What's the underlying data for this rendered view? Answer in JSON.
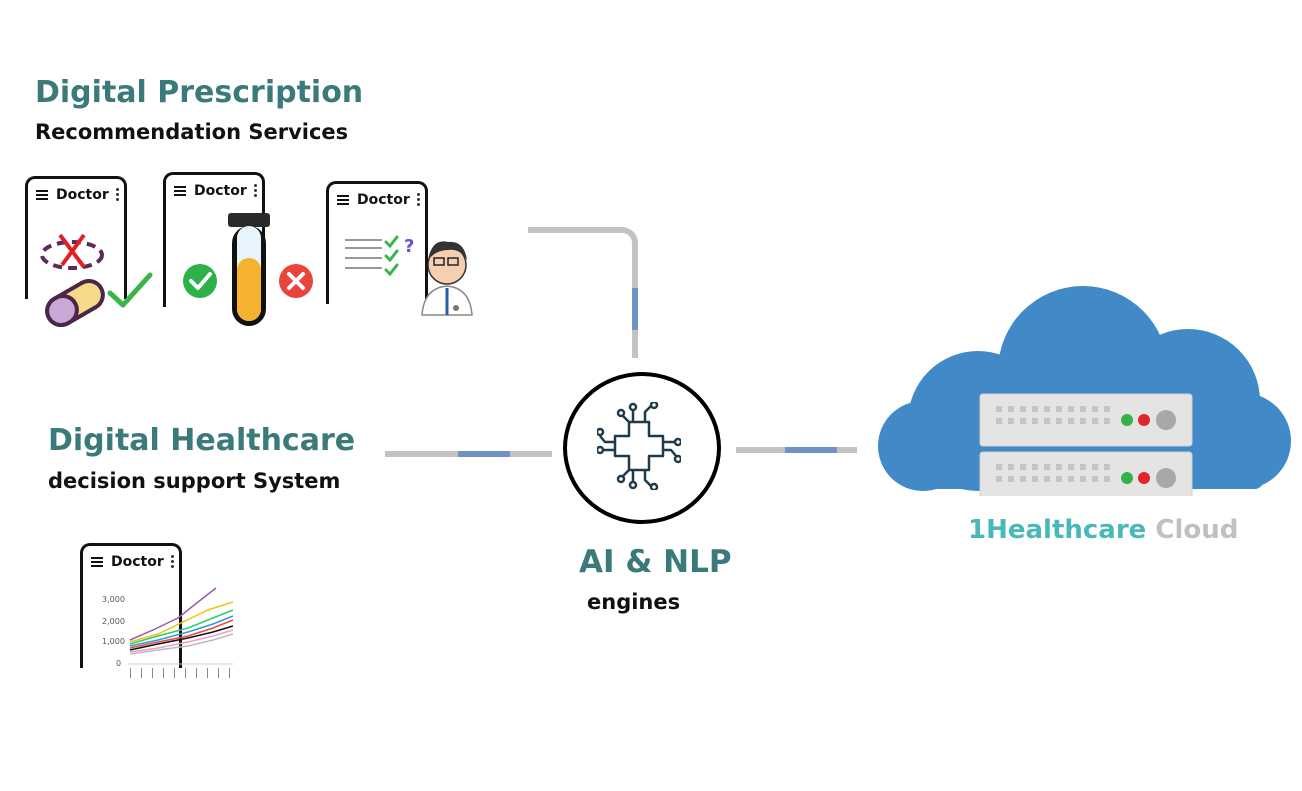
{
  "prescription": {
    "title": "Digital Prescription",
    "subtitle": "Recommendation Services",
    "phones": [
      {
        "label": "Doctor"
      },
      {
        "label": "Doctor"
      },
      {
        "label": "Doctor"
      }
    ]
  },
  "decision": {
    "title": "Digital Healthcare",
    "subtitle": "decision support System",
    "phone": {
      "label": "Doctor"
    },
    "chart_y_ticks": [
      "3,000",
      "2,000",
      "1,000",
      "0"
    ]
  },
  "engine": {
    "title": "AI & NLP",
    "subtitle": "engines",
    "icon": "circuit-cross-icon"
  },
  "cloud": {
    "brand": "1Healthcare",
    "suffix": "Cloud",
    "colors": {
      "brand": "#4ab8b8",
      "suffix": "#c0c0c0",
      "cloud": "#4189c7"
    }
  }
}
